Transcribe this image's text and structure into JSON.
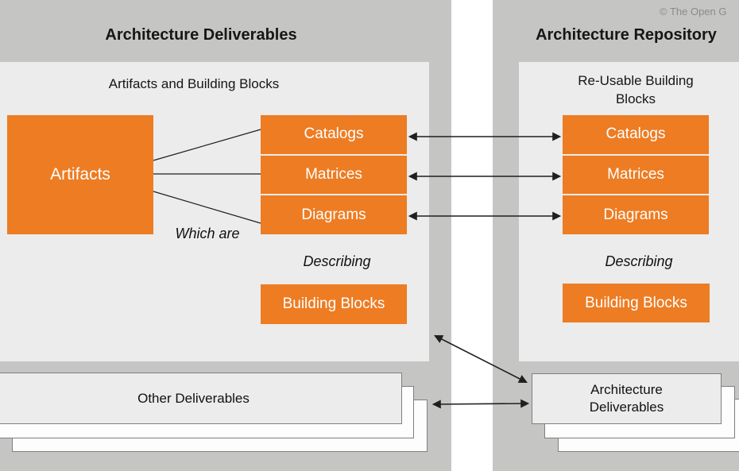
{
  "copyright": "© The Open G",
  "left_panel": {
    "title": "Architecture Deliverables",
    "inner_title": "Artifacts and Building Blocks",
    "artifacts_label": "Artifacts",
    "cells": [
      "Catalogs",
      "Matrices",
      "Diagrams"
    ],
    "which_are_label": "Which are",
    "describing_label": "Describing",
    "building_blocks_label": "Building Blocks",
    "stack_label": "Other Deliverables"
  },
  "right_panel": {
    "title": "Architecture Repository",
    "inner_title": "Re-Usable Building Blocks",
    "cells": [
      "Catalogs",
      "Matrices",
      "Diagrams"
    ],
    "describing_label": "Describing",
    "building_blocks_label": "Building Blocks",
    "stack_label": "Architecture Deliverables"
  },
  "colors": {
    "orange": "#ed7c23",
    "panel_gray": "#c5c6c4",
    "panel_light": "#ebeceb",
    "arrow_black": "#1f1f1f",
    "stack_border": "#7e7f7e",
    "copyright_gray": "#8a8a8a"
  }
}
